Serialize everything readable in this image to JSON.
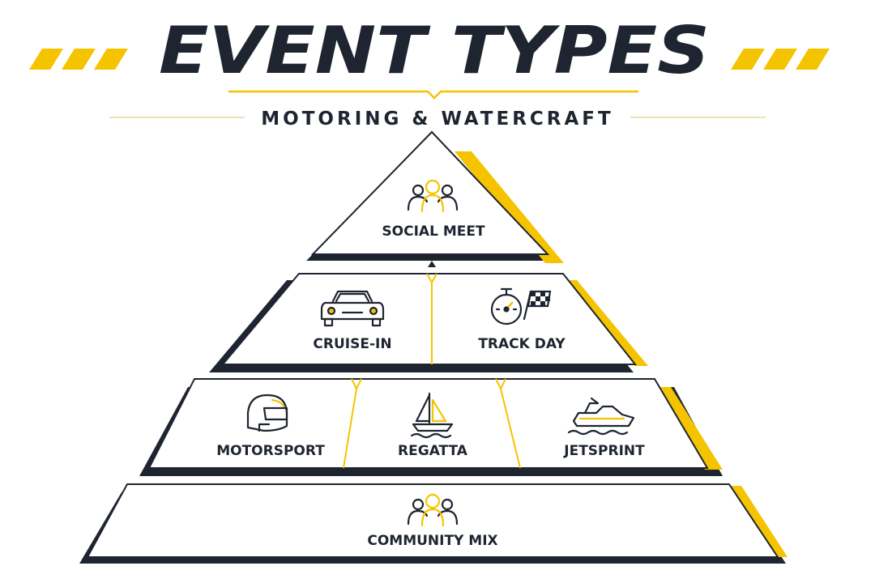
{
  "header": {
    "title": "EVENT TYPES",
    "subtitle": "MOTORING & WATERCRAFT"
  },
  "colors": {
    "dark": "#1f2530",
    "accent": "#f5c400"
  },
  "tiers": [
    {
      "items": [
        {
          "label": "SOCIAL MEET",
          "icon": "group-icon"
        }
      ]
    },
    {
      "items": [
        {
          "label": "CRUISE-IN",
          "icon": "car-icon"
        },
        {
          "label": "TRACK DAY",
          "icon": "stopwatch-flag-icon"
        }
      ]
    },
    {
      "items": [
        {
          "label": "MOTORSPORT",
          "icon": "helmet-icon"
        },
        {
          "label": "REGATTA",
          "icon": "sailboat-icon"
        },
        {
          "label": "JETSPRINT",
          "icon": "jetski-icon"
        }
      ]
    },
    {
      "items": [
        {
          "label": "COMMUNITY MIX",
          "icon": "group-icon"
        }
      ]
    }
  ]
}
